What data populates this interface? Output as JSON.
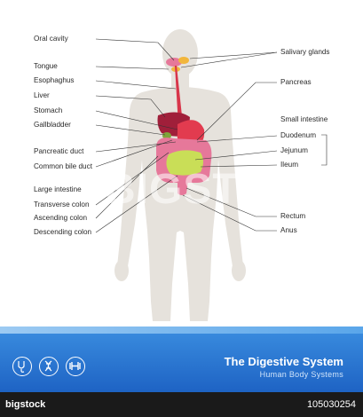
{
  "labels_left": [
    {
      "id": "oral-cavity",
      "text": "Oral cavity"
    },
    {
      "id": "tongue",
      "text": "Tongue"
    },
    {
      "id": "esophagus",
      "text": "Esophaghus"
    },
    {
      "id": "liver",
      "text": "Liver"
    },
    {
      "id": "stomach",
      "text": "Stomach"
    },
    {
      "id": "gallbladder",
      "text": "Gallbladder"
    },
    {
      "id": "pancreatic-duct",
      "text": "Pancreatic duct"
    },
    {
      "id": "common-bile-duct",
      "text": "Common bile duct"
    },
    {
      "id": "large-intestine",
      "text": "Large intestine"
    },
    {
      "id": "transverse-colon",
      "text": "Transverse colon"
    },
    {
      "id": "ascending-colon",
      "text": "Ascending colon"
    },
    {
      "id": "descending-colon",
      "text": "Descending colon"
    }
  ],
  "labels_right": [
    {
      "id": "salivary-glands",
      "text": "Salivary glands"
    },
    {
      "id": "pancreas",
      "text": "Pancreas"
    },
    {
      "id": "small-intestine",
      "text": "Small intestine"
    },
    {
      "id": "duodenum",
      "text": "Duodenum"
    },
    {
      "id": "jejunum",
      "text": "Jejunum"
    },
    {
      "id": "ileum",
      "text": "Ileum"
    },
    {
      "id": "rectum",
      "text": "Rectum"
    },
    {
      "id": "anus",
      "text": "Anus"
    }
  ],
  "footer": {
    "title": "The Digestive System",
    "subtitle": "Human Body Systems",
    "icons": [
      "stethoscope-icon",
      "dna-icon",
      "dumbbell-icon"
    ]
  },
  "watermark": "BIGSTOCK",
  "strip": {
    "logo": "bigstock",
    "image_id": "105030254"
  },
  "colors": {
    "silhouette": "#e6e2dc",
    "organ_red": "#d8354a",
    "organ_pink": "#e6789a",
    "small_intestine": "#c9de57",
    "footer_blue": "#2a78d6",
    "leader_line": "#333333"
  }
}
